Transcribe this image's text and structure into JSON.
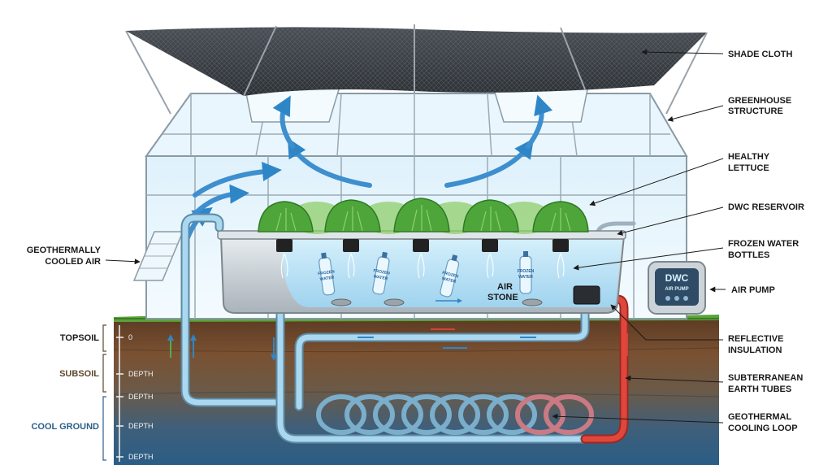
{
  "labels": {
    "shade_cloth": "SHADE CLOTH",
    "greenhouse_1": "GREENHOUSE",
    "greenhouse_2": "STRUCTURE",
    "lettuce_1": "HEALTHY",
    "lettuce_2": "LETTUCE",
    "reservoir": "DWC RESERVOIR",
    "bottles_1": "FROZEN WATER",
    "bottles_2": "BOTTLES",
    "air_pump": "AIR PUMP",
    "reflective_1": "REFLECTIVE",
    "reflective_2": "INSULATION",
    "tubes_1": "SUBTERRANEAN",
    "tubes_2": "EARTH TUBES",
    "loop_1": "GEOTHERMAL",
    "loop_2": "COOLING LOOP",
    "cooled_air_1": "GEOTHERMALLY",
    "cooled_air_2": "COOLED AIR",
    "air_stone_1": "AIR",
    "air_stone_2": "STONE"
  },
  "soil": {
    "topsoil": "TOPSOIL",
    "subsoil": "SUBSOIL",
    "cool_ground": "COOL GROUND"
  },
  "depth_ticks": {
    "t0": "0",
    "t1": "DEPTH",
    "t2": "DEPTH",
    "t3": "DEPTH",
    "t4": "DEPTH"
  },
  "bottle_text": {
    "line1": "FROZEN",
    "line2": "WATER"
  },
  "pump_text": {
    "line1": "DWC",
    "line2": "AIR PUMP"
  },
  "colors": {
    "cool_pipe": "#7fc1e3",
    "warm_pipe": "#e0463c",
    "water": "#bfe6f8",
    "cool_ground_label": "#2c5f8a",
    "soil_label": "#5b4a2f"
  }
}
